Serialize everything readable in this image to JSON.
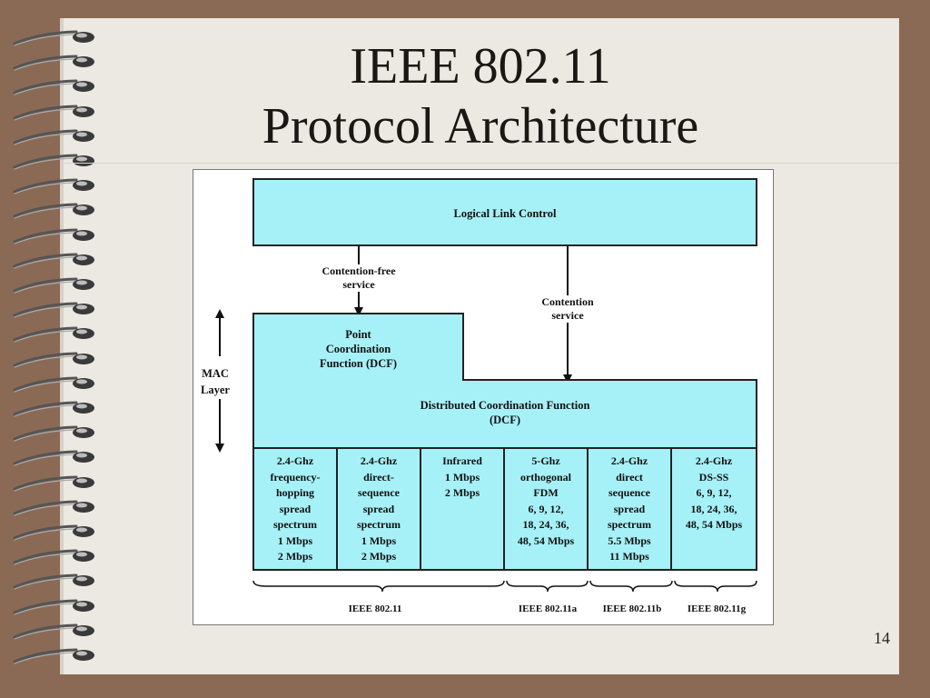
{
  "slide": {
    "title_line1": "IEEE 802.11",
    "title_line2": "Protocol Architecture",
    "page_number": "14"
  },
  "diagram": {
    "llc": "Logical Link Control",
    "contention_free": [
      "Contention-free",
      "service"
    ],
    "contention": [
      "Contention",
      "service"
    ],
    "pcf": [
      "Point",
      "Coordination",
      "Function (DCF)"
    ],
    "dcf": [
      "Distributed Coordination Function",
      "(DCF)"
    ],
    "mac_layer": [
      "MAC",
      "Layer"
    ],
    "phy": [
      [
        "2.4-Ghz",
        "frequency-",
        "hopping",
        "spread",
        "spectrum",
        "1 Mbps",
        "2 Mbps"
      ],
      [
        "2.4-Ghz",
        "direct-",
        "sequence",
        "spread",
        "spectrum",
        "1 Mbps",
        "2 Mbps"
      ],
      [
        "Infrared",
        "1 Mbps",
        "2 Mbps"
      ],
      [
        "5-Ghz",
        "orthogonal",
        "FDM",
        "6, 9, 12,",
        "18, 24, 36,",
        "48, 54 Mbps"
      ],
      [
        "2.4-Ghz",
        "direct",
        "sequence",
        "spread",
        "spectrum",
        "5.5 Mbps",
        "11 Mbps"
      ],
      [
        "2.4-Ghz",
        "DS-SS",
        "6, 9, 12,",
        "18, 24, 36,",
        "48, 54 Mbps"
      ]
    ],
    "standards": [
      "IEEE 802.11",
      "IEEE 802.11a",
      "IEEE 802.11b",
      "IEEE 802.11g"
    ]
  }
}
